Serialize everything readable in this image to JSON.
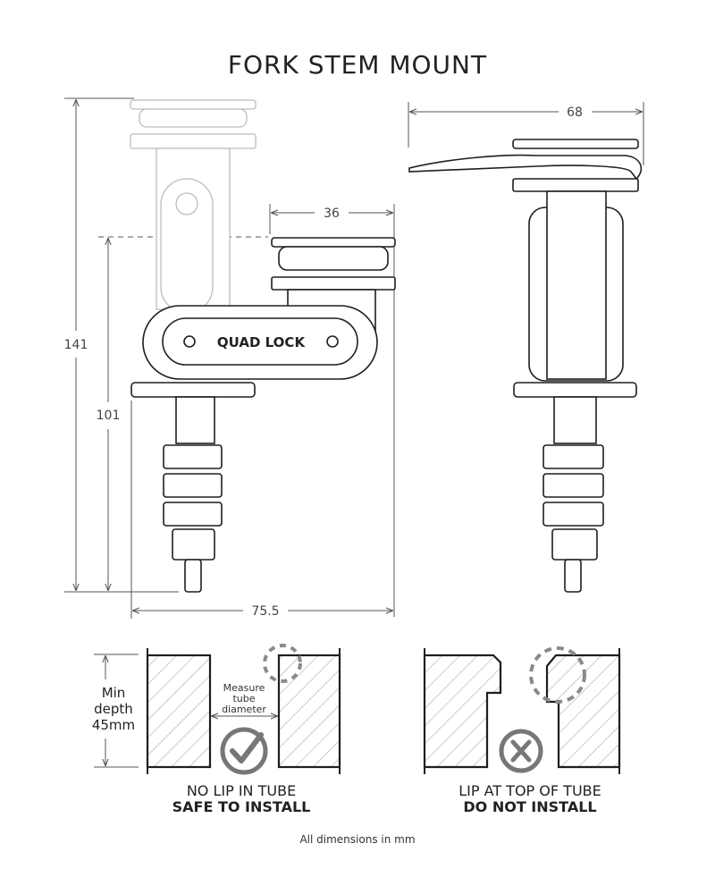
{
  "title": "FORK STEM MOUNT",
  "dimensions": {
    "total_height": "141",
    "head_height": "101",
    "head_width": "36",
    "total_width": "75.5",
    "side_width": "68"
  },
  "logo_text": "QUAD LOCK",
  "safe_panel": {
    "depth_label": [
      "Min",
      "depth",
      "45mm"
    ],
    "measure_label": [
      "Measure",
      "tube",
      "diameter"
    ],
    "line1": "NO LIP IN TUBE",
    "line2": "SAFE TO INSTALL",
    "icon": "check-circle-icon"
  },
  "unsafe_panel": {
    "line1": "LIP AT TOP OF TUBE",
    "line2": "DO NOT INSTALL",
    "icon": "x-circle-icon"
  },
  "footer": "All dimensions in mm",
  "colors": {
    "ink": "#1e1e1e",
    "ghost": "#bdbdbd",
    "marker": "#8a8a8a"
  }
}
